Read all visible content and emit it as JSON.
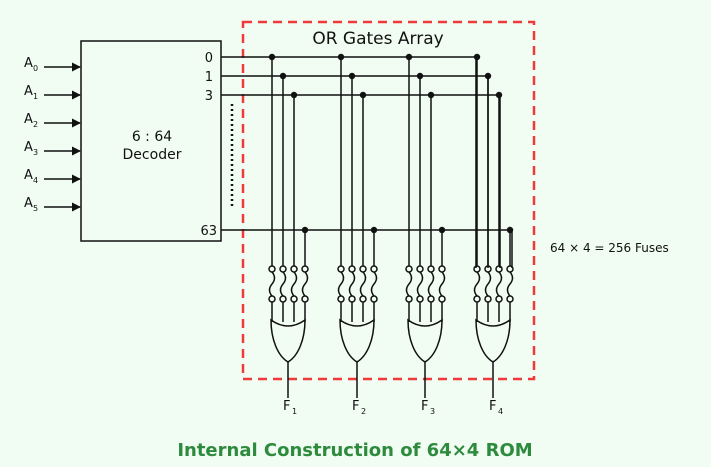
{
  "inputs": [
    {
      "letter": "A",
      "sub": "0"
    },
    {
      "letter": "A",
      "sub": "1"
    },
    {
      "letter": "A",
      "sub": "2"
    },
    {
      "letter": "A",
      "sub": "3"
    },
    {
      "letter": "A",
      "sub": "4"
    },
    {
      "letter": "A",
      "sub": "5"
    }
  ],
  "decoder": {
    "line1": "6 : 64",
    "line2": "Decoder"
  },
  "outputs": [
    {
      "label": "0"
    },
    {
      "label": "1"
    },
    {
      "label": "3"
    },
    {
      "label": "63"
    }
  ],
  "or_array_title": "OR Gates Array",
  "fuses_note": "64 × 4 = 256 Fuses",
  "functions": [
    {
      "letter": "F",
      "sub": "1"
    },
    {
      "letter": "F",
      "sub": "2"
    },
    {
      "letter": "F",
      "sub": "3"
    },
    {
      "letter": "F",
      "sub": "4"
    }
  ],
  "caption": "Internal Construction of 64×4 ROM",
  "colors": {
    "border_dashed": "#ee3a3a",
    "caption": "#2e8b3e",
    "background": "#f1fdf3"
  }
}
